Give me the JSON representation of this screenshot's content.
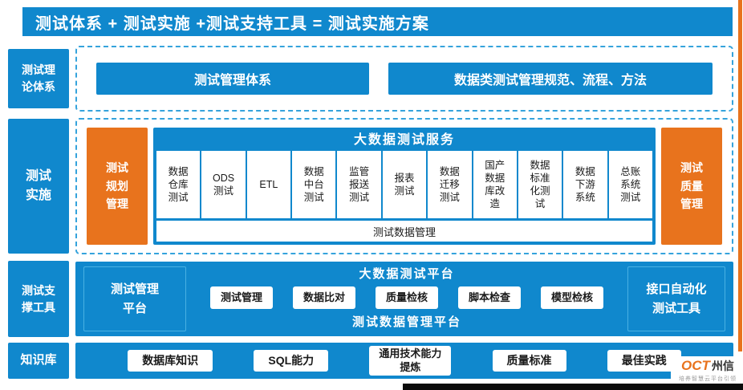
{
  "colors": {
    "blue": "#1088CD",
    "blue_light": "#35A3DC",
    "orange": "#E8731D",
    "text_dark": "#1a1a1a",
    "bottom_bar": "#0b0b0b"
  },
  "title": "测试体系 + 测试实施 +测试支持工具 = 测试实施方案",
  "sidebar": {
    "theory": "测试理\n论体系",
    "implementation": "测试\n实施",
    "tools": "测试支\n撑工具",
    "knowledge": "知识库"
  },
  "theory_row": {
    "box1": "测试管理体系",
    "box2": "数据类测试管理规范、流程、方法"
  },
  "impl_row": {
    "left": "测试\n规划\n管理",
    "header": "大数据测试服务",
    "cells": [
      "数据\n仓库\n测试",
      "ODS\n测试",
      "ETL",
      "数据\n中台\n测试",
      "监管\n报送\n测试",
      "报表\n测试",
      "数据\n迁移\n测试",
      "国产\n数据\n库改\n造",
      "数据\n标准\n化测\n试",
      "数据\n下游\n系统",
      "总账\n系统\n测试"
    ],
    "footer": "测试数据管理",
    "right": "测试\n质量\n管理"
  },
  "tools_row": {
    "left": "测试管理\n平台",
    "header": "大数据测试平台",
    "buttons": [
      "测试管理",
      "数据比对",
      "质量检核",
      "脚本检查",
      "模型检核"
    ],
    "footer": "测试数据管理平台",
    "right": "接口自动化\n测试工具"
  },
  "knowledge_row": {
    "buttons": [
      "数据库知识",
      "SQL能力",
      "通用技术能力\n提炼",
      "质量标准",
      "最佳实践"
    ]
  },
  "logo": {
    "brand": "OCT",
    "name": "州信",
    "tagline": "培养智慧云平台引领"
  }
}
